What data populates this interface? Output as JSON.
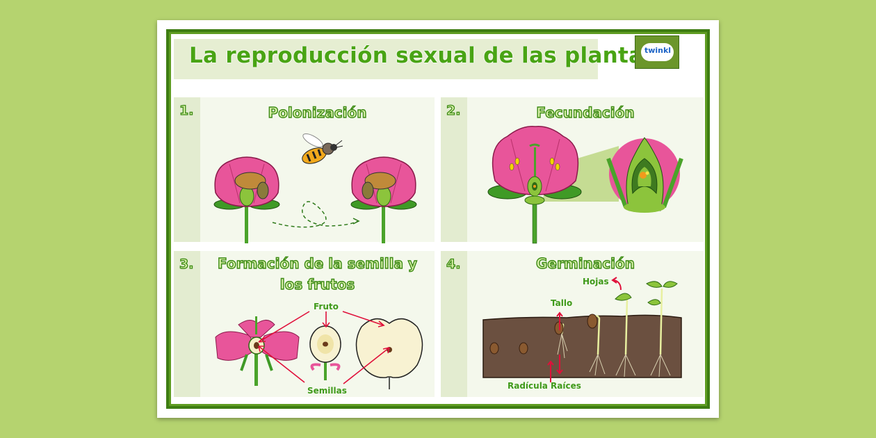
{
  "poster": {
    "title": "La reproducción sexual de las plantas",
    "logo": "twinkl",
    "colors": {
      "background": "#b5d36f",
      "frame": "#5f9d22",
      "title_text": "#49a414",
      "panel_bg": "#f4f8ec",
      "label_text": "#3f9a1a",
      "arrow": "#e0103a",
      "petal": "#e8559a"
    }
  },
  "panels": [
    {
      "number": "1.",
      "title": "Polonización",
      "icons": [
        "flower-with-bee-icon",
        "flying-bee-icon",
        "dashed-flight-path-icon",
        "flower-with-bee-icon"
      ]
    },
    {
      "number": "2.",
      "title": "Fecundación",
      "icons": [
        "flower-cross-section-icon",
        "ovary-magnified-icon"
      ]
    },
    {
      "number": "3.",
      "title_line1": "Formación de la semilla y",
      "title_line2": "los frutos",
      "labels": {
        "fruit": "Fruto",
        "seeds": "Semillas"
      },
      "icons": [
        "flower-ovary-icon",
        "small-fruit-icon",
        "apple-cross-section-icon"
      ]
    },
    {
      "number": "4.",
      "title": "Germinación",
      "labels": {
        "leaves": "Hojas",
        "stem": "Tallo",
        "radicle": "Radícula",
        "roots": "Raíces"
      },
      "icons": [
        "soil-icon",
        "seed-icon",
        "sprout-icon",
        "seedling-icon"
      ]
    }
  ]
}
